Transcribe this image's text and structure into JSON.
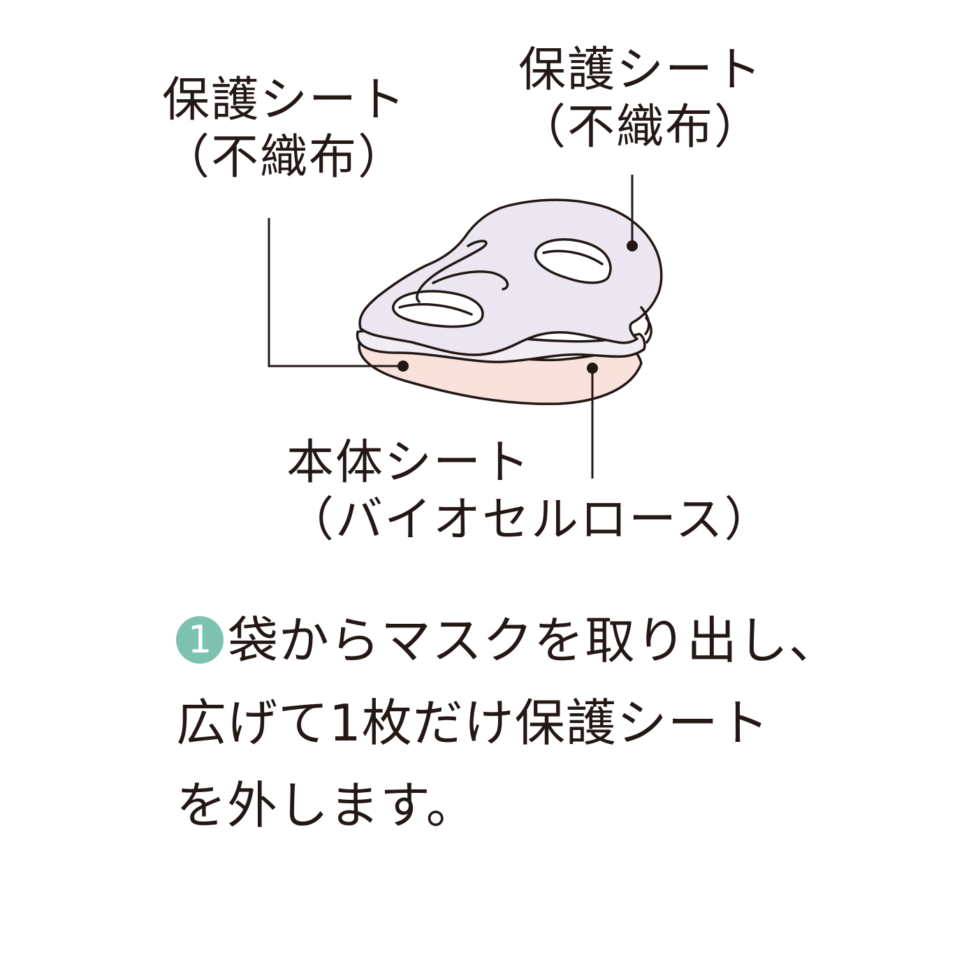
{
  "labels": {
    "top_left": {
      "line1": "保護シート",
      "line2": "（不織布）"
    },
    "top_right": {
      "line1": "保護シート",
      "line2": "（不織布）"
    },
    "bottom": {
      "line1": "本体シート",
      "line2": "（バイオセルロース）"
    }
  },
  "instruction": {
    "step_number": "1",
    "line1": "袋からマスクを取り出し、",
    "line2": "広げて1枚だけ保護シート",
    "line3": "を外します。"
  },
  "colors": {
    "outline": "#231815",
    "protective_sheet": "#ebe6ef",
    "body_sheet": "#f9e2dc",
    "step_badge": "#7dc2b1"
  }
}
